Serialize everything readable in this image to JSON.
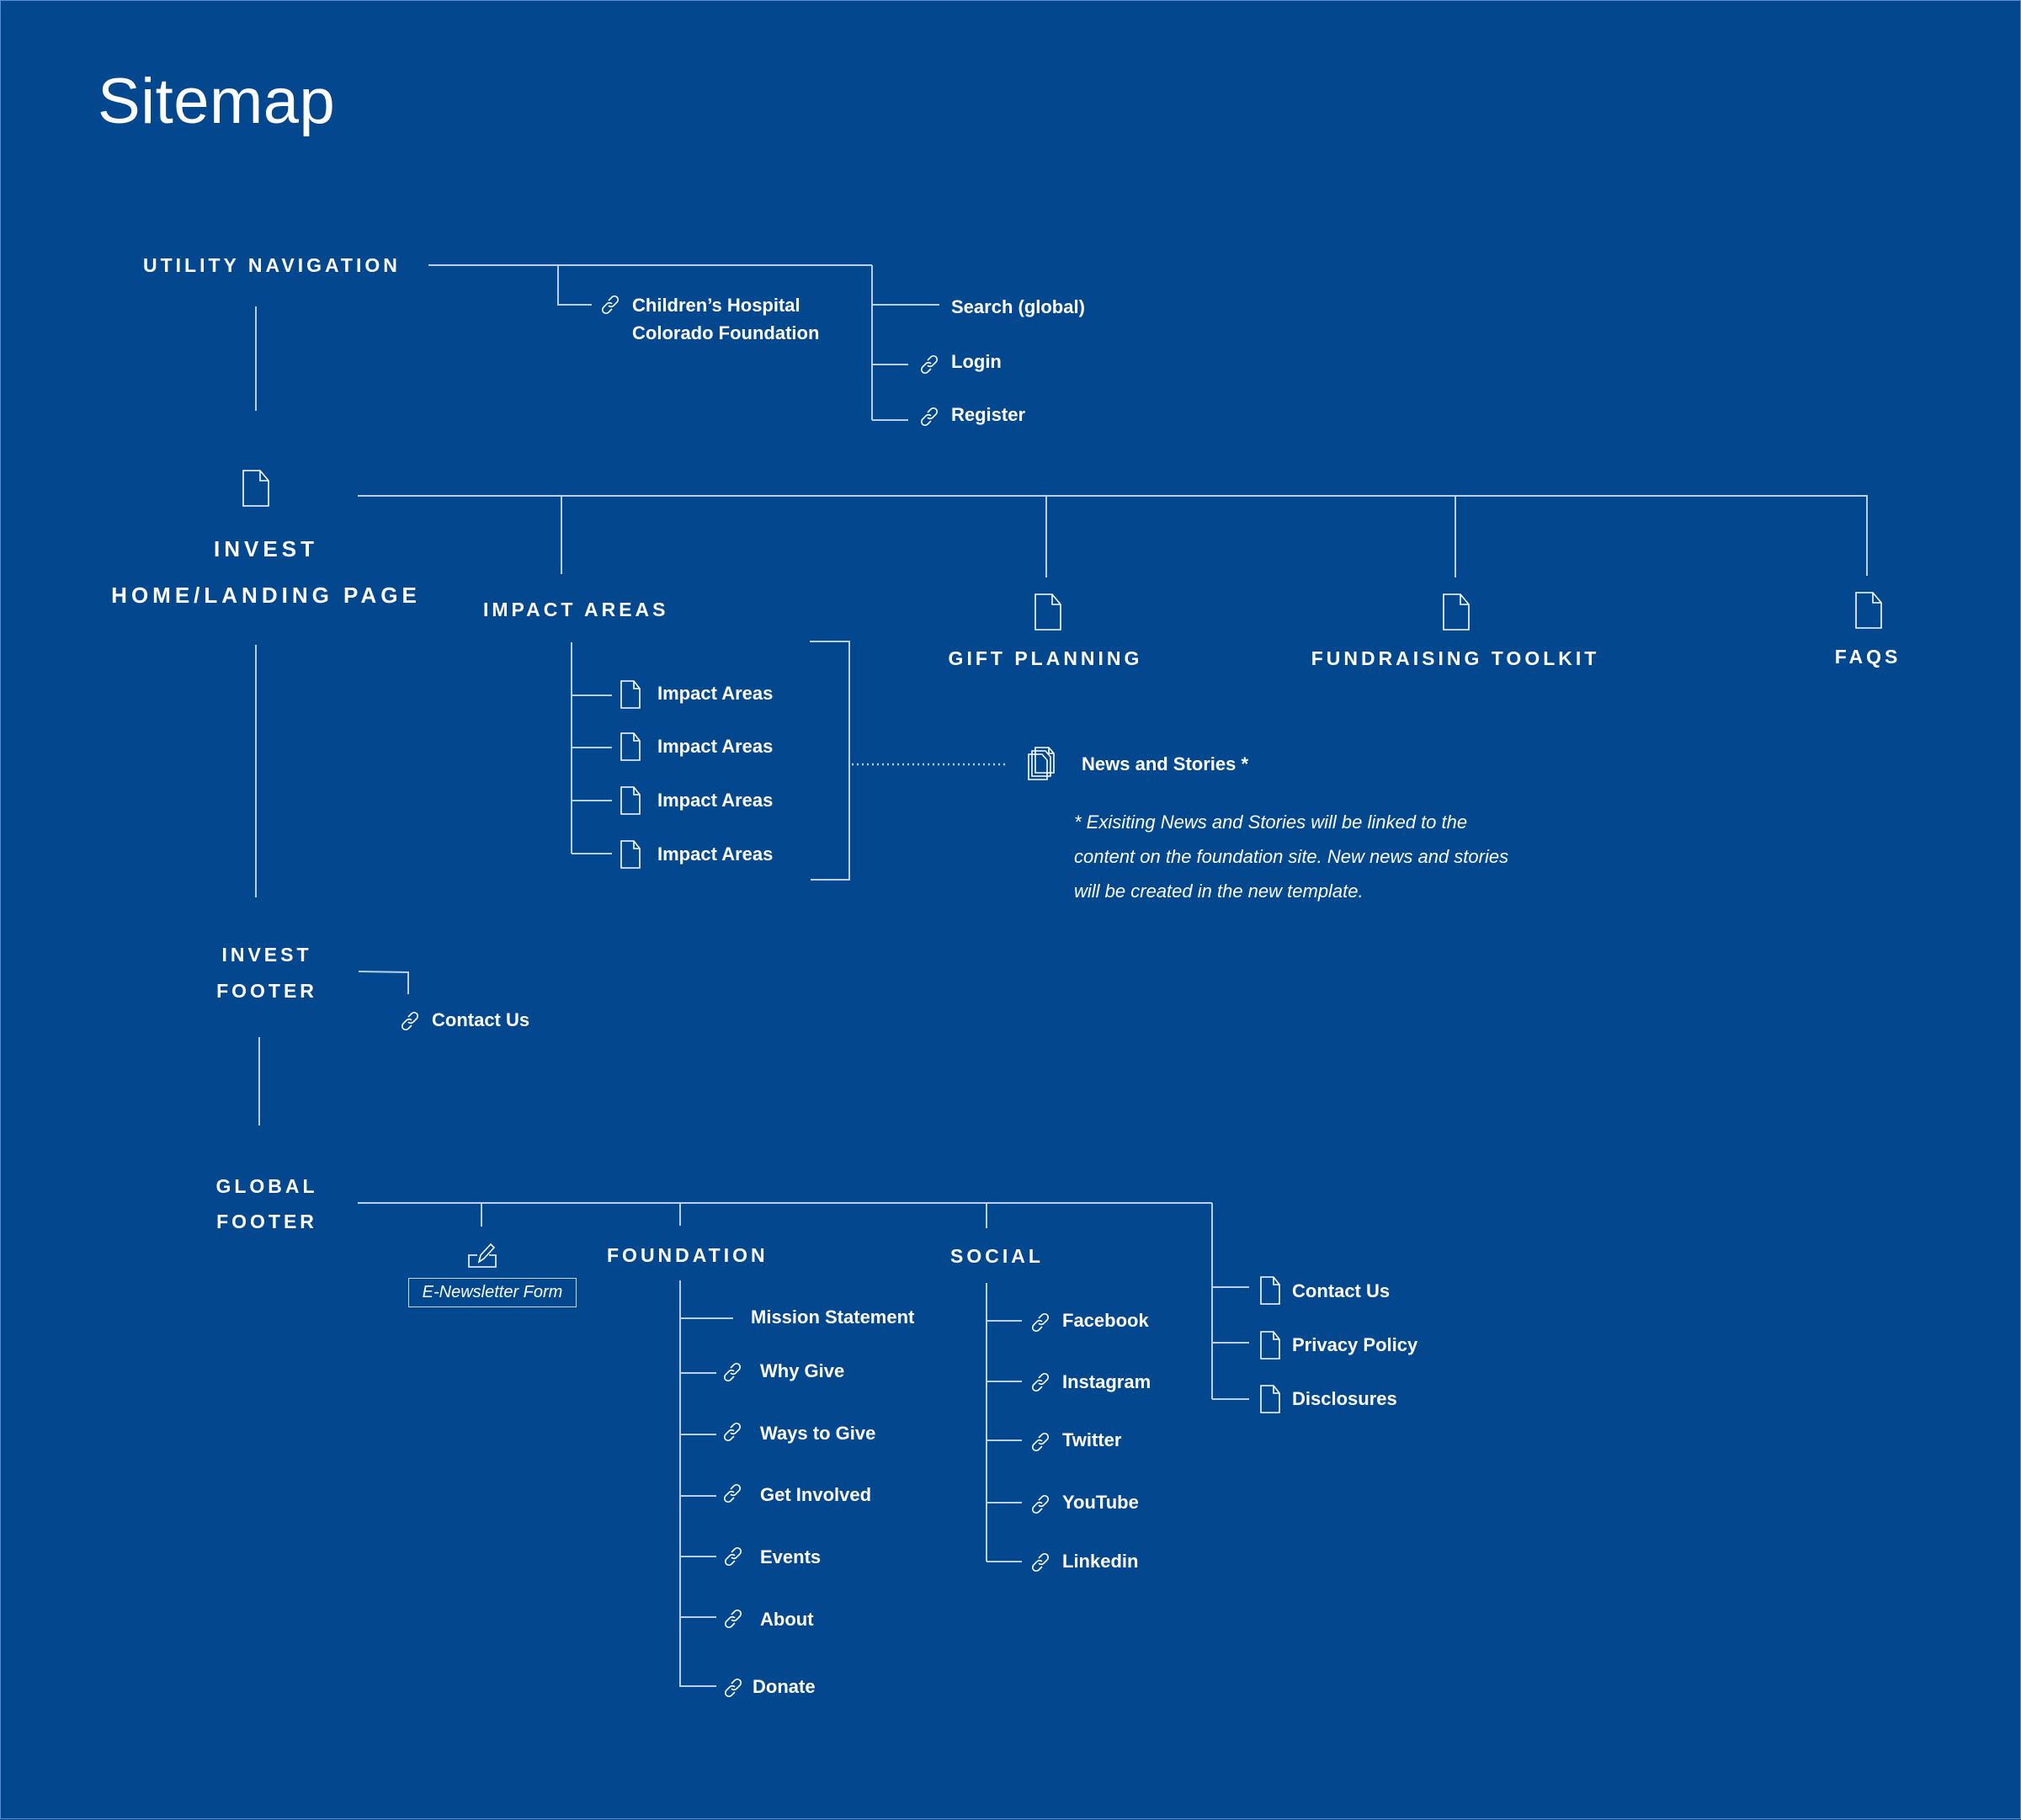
{
  "title": "Sitemap",
  "colors": {
    "background": "#03478f",
    "line": "#b9d0f0",
    "text": "#ffffff"
  },
  "utility_navigation": {
    "label": "UTILITY NAVIGATION",
    "external_link": {
      "line1": "Children’s Hospital",
      "line2": "Colorado Foundation",
      "icon": "link-icon"
    },
    "items": [
      {
        "label": "Search (global)",
        "icon": null
      },
      {
        "label": "Login",
        "icon": "link-icon"
      },
      {
        "label": "Register",
        "icon": "link-icon"
      }
    ]
  },
  "home": {
    "label_line1": "INVEST",
    "label_line2": "HOME/LANDING PAGE",
    "icon": "page-icon",
    "sections": [
      {
        "label": "IMPACT AREAS"
      },
      {
        "label": "GIFT PLANNING",
        "icon": "page-icon"
      },
      {
        "label": "FUNDRAISING TOOLKIT",
        "icon": "page-icon"
      },
      {
        "label": "FAQS",
        "icon": "page-icon"
      }
    ],
    "impact_areas": [
      "Impact Areas",
      "Impact Areas",
      "Impact Areas",
      "Impact Areas"
    ],
    "news": {
      "label": "News and Stories *",
      "icon": "stacked-pages-icon",
      "note_lines": [
        "* Exisiting News and Stories will be linked to the",
        "content on the foundation site. New news and stories",
        "will be created in the new template."
      ]
    }
  },
  "invest_footer": {
    "label_line1": "INVEST",
    "label_line2": "FOOTER",
    "items": [
      {
        "label": "Contact Us",
        "icon": "link-icon"
      }
    ]
  },
  "global_footer": {
    "label_line1": "GLOBAL",
    "label_line2": "FOOTER",
    "newsletter": {
      "label": "E-Newsletter Form",
      "icon": "form-edit-icon"
    },
    "foundation": {
      "label": "FOUNDATION",
      "items": [
        {
          "label": "Mission Statement",
          "icon": null
        },
        {
          "label": "Why Give",
          "icon": "link-icon"
        },
        {
          "label": "Ways to Give",
          "icon": "link-icon"
        },
        {
          "label": "Get Involved",
          "icon": "link-icon"
        },
        {
          "label": "Events",
          "icon": "link-icon"
        },
        {
          "label": "About",
          "icon": "link-icon"
        },
        {
          "label": "Donate",
          "icon": "link-icon"
        }
      ]
    },
    "social": {
      "label": "SOCIAL",
      "items": [
        {
          "label": "Facebook",
          "icon": "link-icon"
        },
        {
          "label": "Instagram",
          "icon": "link-icon"
        },
        {
          "label": "Twitter",
          "icon": "link-icon"
        },
        {
          "label": "YouTube",
          "icon": "link-icon"
        },
        {
          "label": "Linkedin",
          "icon": "link-icon"
        }
      ]
    },
    "pages": [
      {
        "label": "Contact Us",
        "icon": "page-icon"
      },
      {
        "label": "Privacy Policy",
        "icon": "page-icon"
      },
      {
        "label": "Disclosures",
        "icon": "page-icon"
      }
    ]
  }
}
